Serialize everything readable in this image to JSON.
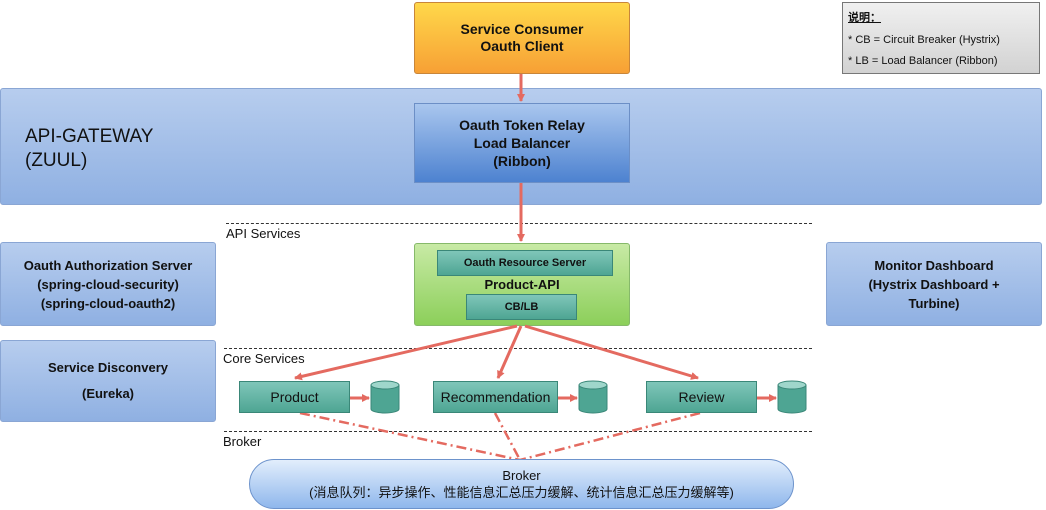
{
  "consumer": {
    "line1": "Service Consumer",
    "line2": "Oauth Client"
  },
  "legend": {
    "title": "说明：",
    "cb": "* CB = Circuit Breaker (Hystrix)",
    "lb": "* LB = Load Balancer (Ribbon)"
  },
  "gateway": {
    "line1": "API-GATEWAY",
    "line2": "(ZUUL)"
  },
  "relay": {
    "line1": "Oauth Token Relay",
    "line2": "Load Balancer",
    "line3": "(Ribbon)"
  },
  "sections": {
    "api": "API Services",
    "core": "Core Services",
    "broker": "Broker"
  },
  "auth_server": {
    "line1": "Oauth Authorization Server",
    "line2": "(spring-cloud-security)",
    "line3": "(spring-cloud-oauth2)"
  },
  "product_api": {
    "resource": "Oauth Resource Server",
    "title": "Product-API",
    "cblb": "CB/LB"
  },
  "monitor": {
    "line1": "Monitor Dashboard",
    "line2": "(Hystrix Dashboard +",
    "line3": "Turbine)"
  },
  "discovery": {
    "line1": "Service Disconvery",
    "line2": "(Eureka)"
  },
  "core_services": [
    "Product",
    "Recommendation",
    "Review"
  ],
  "broker": {
    "title": "Broker",
    "desc": "(消息队列：异步操作、性能信息汇总压力缓解、统计信息汇总压力缓解等)"
  }
}
